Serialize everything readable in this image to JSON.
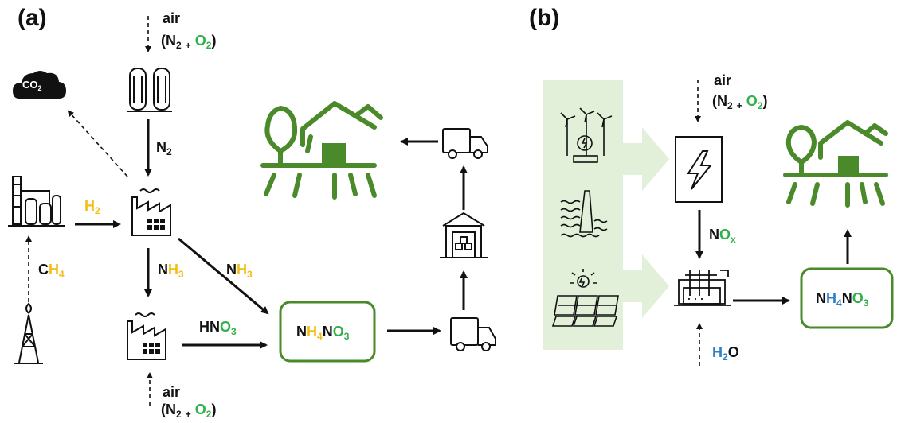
{
  "panel_a": {
    "label": "(a)",
    "air_top": "air",
    "air_top_formula": {
      "open": "(N",
      "n_sub": "2",
      "plus": "+",
      "o": "O",
      "o_sub": "2",
      "close": ")"
    },
    "air_bottom": "air",
    "air_bottom_formula": {
      "open": "(N",
      "n_sub": "2",
      "plus": "+",
      "o": "O",
      "o_sub": "2",
      "close": ")"
    },
    "co2": {
      "c": "CO",
      "sub": "2"
    },
    "n2": {
      "n": "N",
      "sub": "2"
    },
    "h2": {
      "h": "H",
      "sub": "2"
    },
    "ch4": {
      "c": "C",
      "h": "H",
      "sub": "4"
    },
    "nh3_down": {
      "n": "N",
      "h": "H",
      "sub": "3"
    },
    "nh3_diag": {
      "n": "N",
      "h": "H",
      "sub": "3"
    },
    "hno3": {
      "hn": "HN",
      "o": "O",
      "sub": "3"
    },
    "product": {
      "n": "N",
      "h": "H",
      "h_sub": "4",
      "n2": "N",
      "o": "O",
      "o_sub": "3"
    }
  },
  "panel_b": {
    "label": "(b)",
    "air_top": "air",
    "air_top_formula": {
      "open": "(N",
      "n_sub": "2",
      "plus": "+",
      "o": "O",
      "o_sub": "2",
      "close": ")"
    },
    "nox": {
      "n": "N",
      "o": "O",
      "sub": "x"
    },
    "h2o": {
      "h": "H",
      "sub": "2",
      "o": "O"
    },
    "product": {
      "n": "N",
      "h": "H",
      "h_sub": "4",
      "n2": "N",
      "o": "O",
      "o_sub": "3"
    }
  },
  "colors": {
    "green_text": "#2fb04a",
    "yellow_text": "#f5bd18",
    "blue_text": "#2f7fc4",
    "farm_green": "#4a8a2a",
    "renewable_panel": "#e2efd9"
  },
  "icons": [
    "cloud-icon",
    "air-separation-icon",
    "refinery-icon",
    "factory-icon",
    "gas-well-icon",
    "farm-icon",
    "truck-icon",
    "warehouse-icon",
    "wind-turbine-icon",
    "hydro-dam-icon",
    "solar-panel-icon",
    "plasma-reactor-icon",
    "electrolyzer-icon"
  ]
}
